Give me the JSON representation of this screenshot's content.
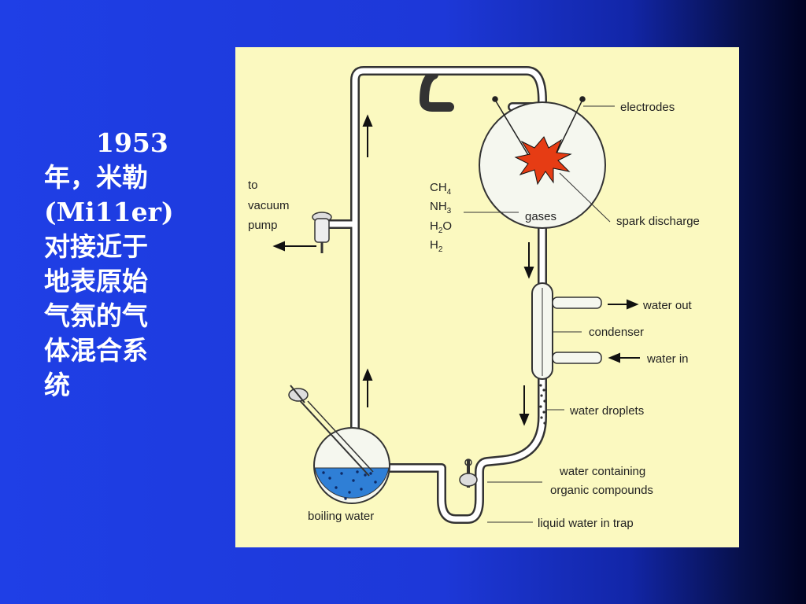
{
  "slide": {
    "caption": "　　1953\n年，米勒\n(Mi11er)\n对接近于\n地表原始\n气氛的气\n体混合系\n统"
  },
  "diagram": {
    "labels": {
      "electrodes": "electrodes",
      "spark_discharge": "spark discharge",
      "gases": "gases",
      "to": "to",
      "vacuum": "vacuum",
      "pump": "pump",
      "water_out": "water out",
      "condenser": "condenser",
      "water_in": "water in",
      "water_droplets": "water droplets",
      "water_containing": "water containing",
      "organic_compounds": "organic compounds",
      "liquid_water_trap": "liquid water in trap",
      "boiling_water": "boiling water"
    },
    "gas_list": [
      {
        "base": "CH",
        "sub": "4",
        "tail": ""
      },
      {
        "base": "NH",
        "sub": "3",
        "tail": ""
      },
      {
        "base": "H",
        "sub": "2",
        "tail": "O"
      },
      {
        "base": "H",
        "sub": "2",
        "tail": ""
      }
    ],
    "colors": {
      "panel": "#fbf9c0",
      "tube": "#ffffff",
      "tube_outline": "#333333",
      "spark": "#e63c14",
      "water": "#2f7fd6"
    }
  }
}
